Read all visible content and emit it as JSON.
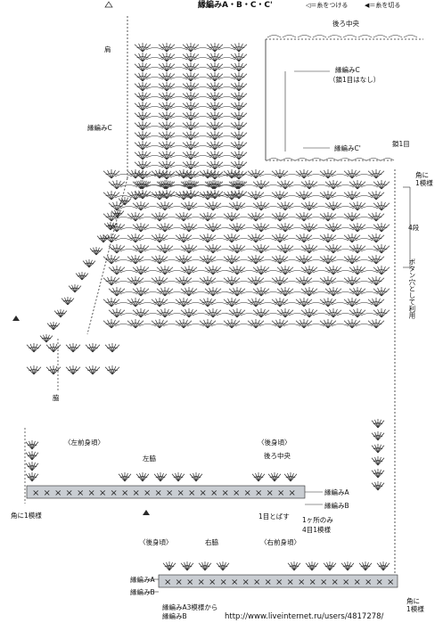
{
  "header": {
    "title": "縁編みA・B・C・C'",
    "legend_attach": "◁＝糸をつける",
    "legend_cut": "◀＝糸を切る"
  },
  "labels": {
    "back_center_top": "後ろ中央",
    "shoulder": "肩",
    "edging_c_left": "縁編みC",
    "edging_c": "縁編みC",
    "edging_c_note": "（鎖1目はなし）",
    "edging_c_prime": "縁編みC'",
    "chain_1": "鎖1目",
    "corner_1_pattern_right": "角に\n1模様",
    "rows_4": "4段",
    "buttonhole_note": "ボタン穴として利用",
    "side_seam": "脇",
    "left_front": "〈左前身頃〉",
    "back_body_mid": "〈後身頃〉",
    "back_center_mid": "後ろ中央",
    "left_side_seam": "左脇",
    "edging_a_mid": "縁編みA",
    "edging_b_mid": "縁編みB",
    "corner_1_pattern_left": "角に1模様",
    "skip_1": "1目とばす",
    "one_place_only": "1ヶ所のみ",
    "four_patterns": "4目1模様",
    "back_body_bottom": "〈後身頃〉",
    "right_side_seam": "右脇",
    "right_front": "〈右前身頃〉",
    "edging_a_bottom": "縁編みA",
    "edging_b_bottom": "縁編みB",
    "corner_1_pattern_bottom": "角に\n1模様",
    "a3_note_1": "縁編みA3模様から",
    "a3_note_2": "縁編みB"
  },
  "footer": {
    "url": "http://www.liveinternet.ru/users/4817278/"
  }
}
